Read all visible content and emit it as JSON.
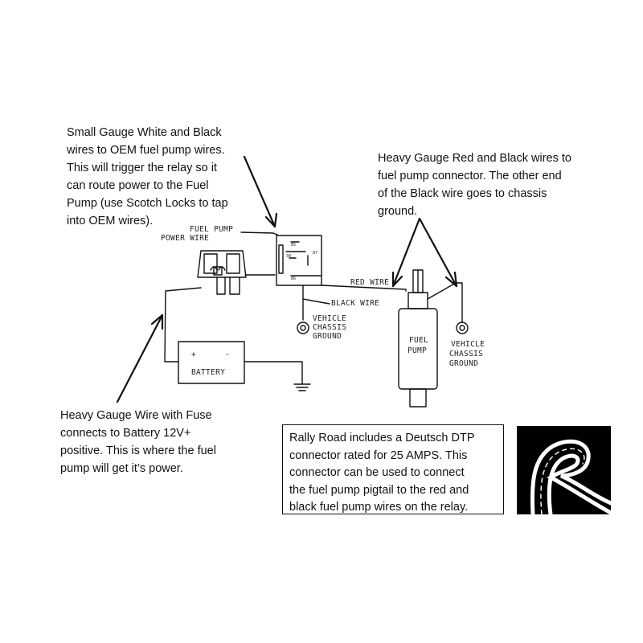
{
  "notes": {
    "top_left": "Small Gauge White and Black\nwires to OEM fuel pump wires.\nThis will trigger the relay so it\ncan route power to the Fuel\nPump (use Scotch Locks to tap\ninto OEM wires).",
    "top_right": "Heavy Gauge Red and Black wires to\nfuel pump connector.  The other end\nof the Black wire goes to chassis\nground.",
    "bottom_left": "Heavy Gauge Wire with Fuse\nconnects to Battery 12V+\npositive.  This is where the fuel\npump will get it’s power.",
    "info_box": "Rally Road includes a Deutsch DTP\nconnector rated for 25 AMPS.  This\nconnector can be used to connect\nthe fuel pump pigtail to the red and\nblack fuel pump wires on the relay."
  },
  "diagram_labels": {
    "fuel_pump_power_wire_1": "FUEL PUMP",
    "fuel_pump_power_wire_2": "POWER WIRE",
    "red_wire": "RED WIRE",
    "black_wire": "BLACK WIRE",
    "vehicle_chassis_ground_1": [
      "VEHICLE",
      "CHASSIS",
      "GROUND"
    ],
    "vehicle_chassis_ground_2": [
      "VEHICLE",
      "CHASSIS",
      "GROUND"
    ],
    "fuel_pump": [
      "FUEL",
      "PUMP"
    ],
    "battery": "BATTERY",
    "battery_plus": "+",
    "battery_minus": "-",
    "relay_pins": [
      "85",
      "30",
      "87",
      "86"
    ]
  },
  "colors": {
    "line": "#111111",
    "logo_bg": "#000000",
    "logo_fg": "#ffffff"
  }
}
